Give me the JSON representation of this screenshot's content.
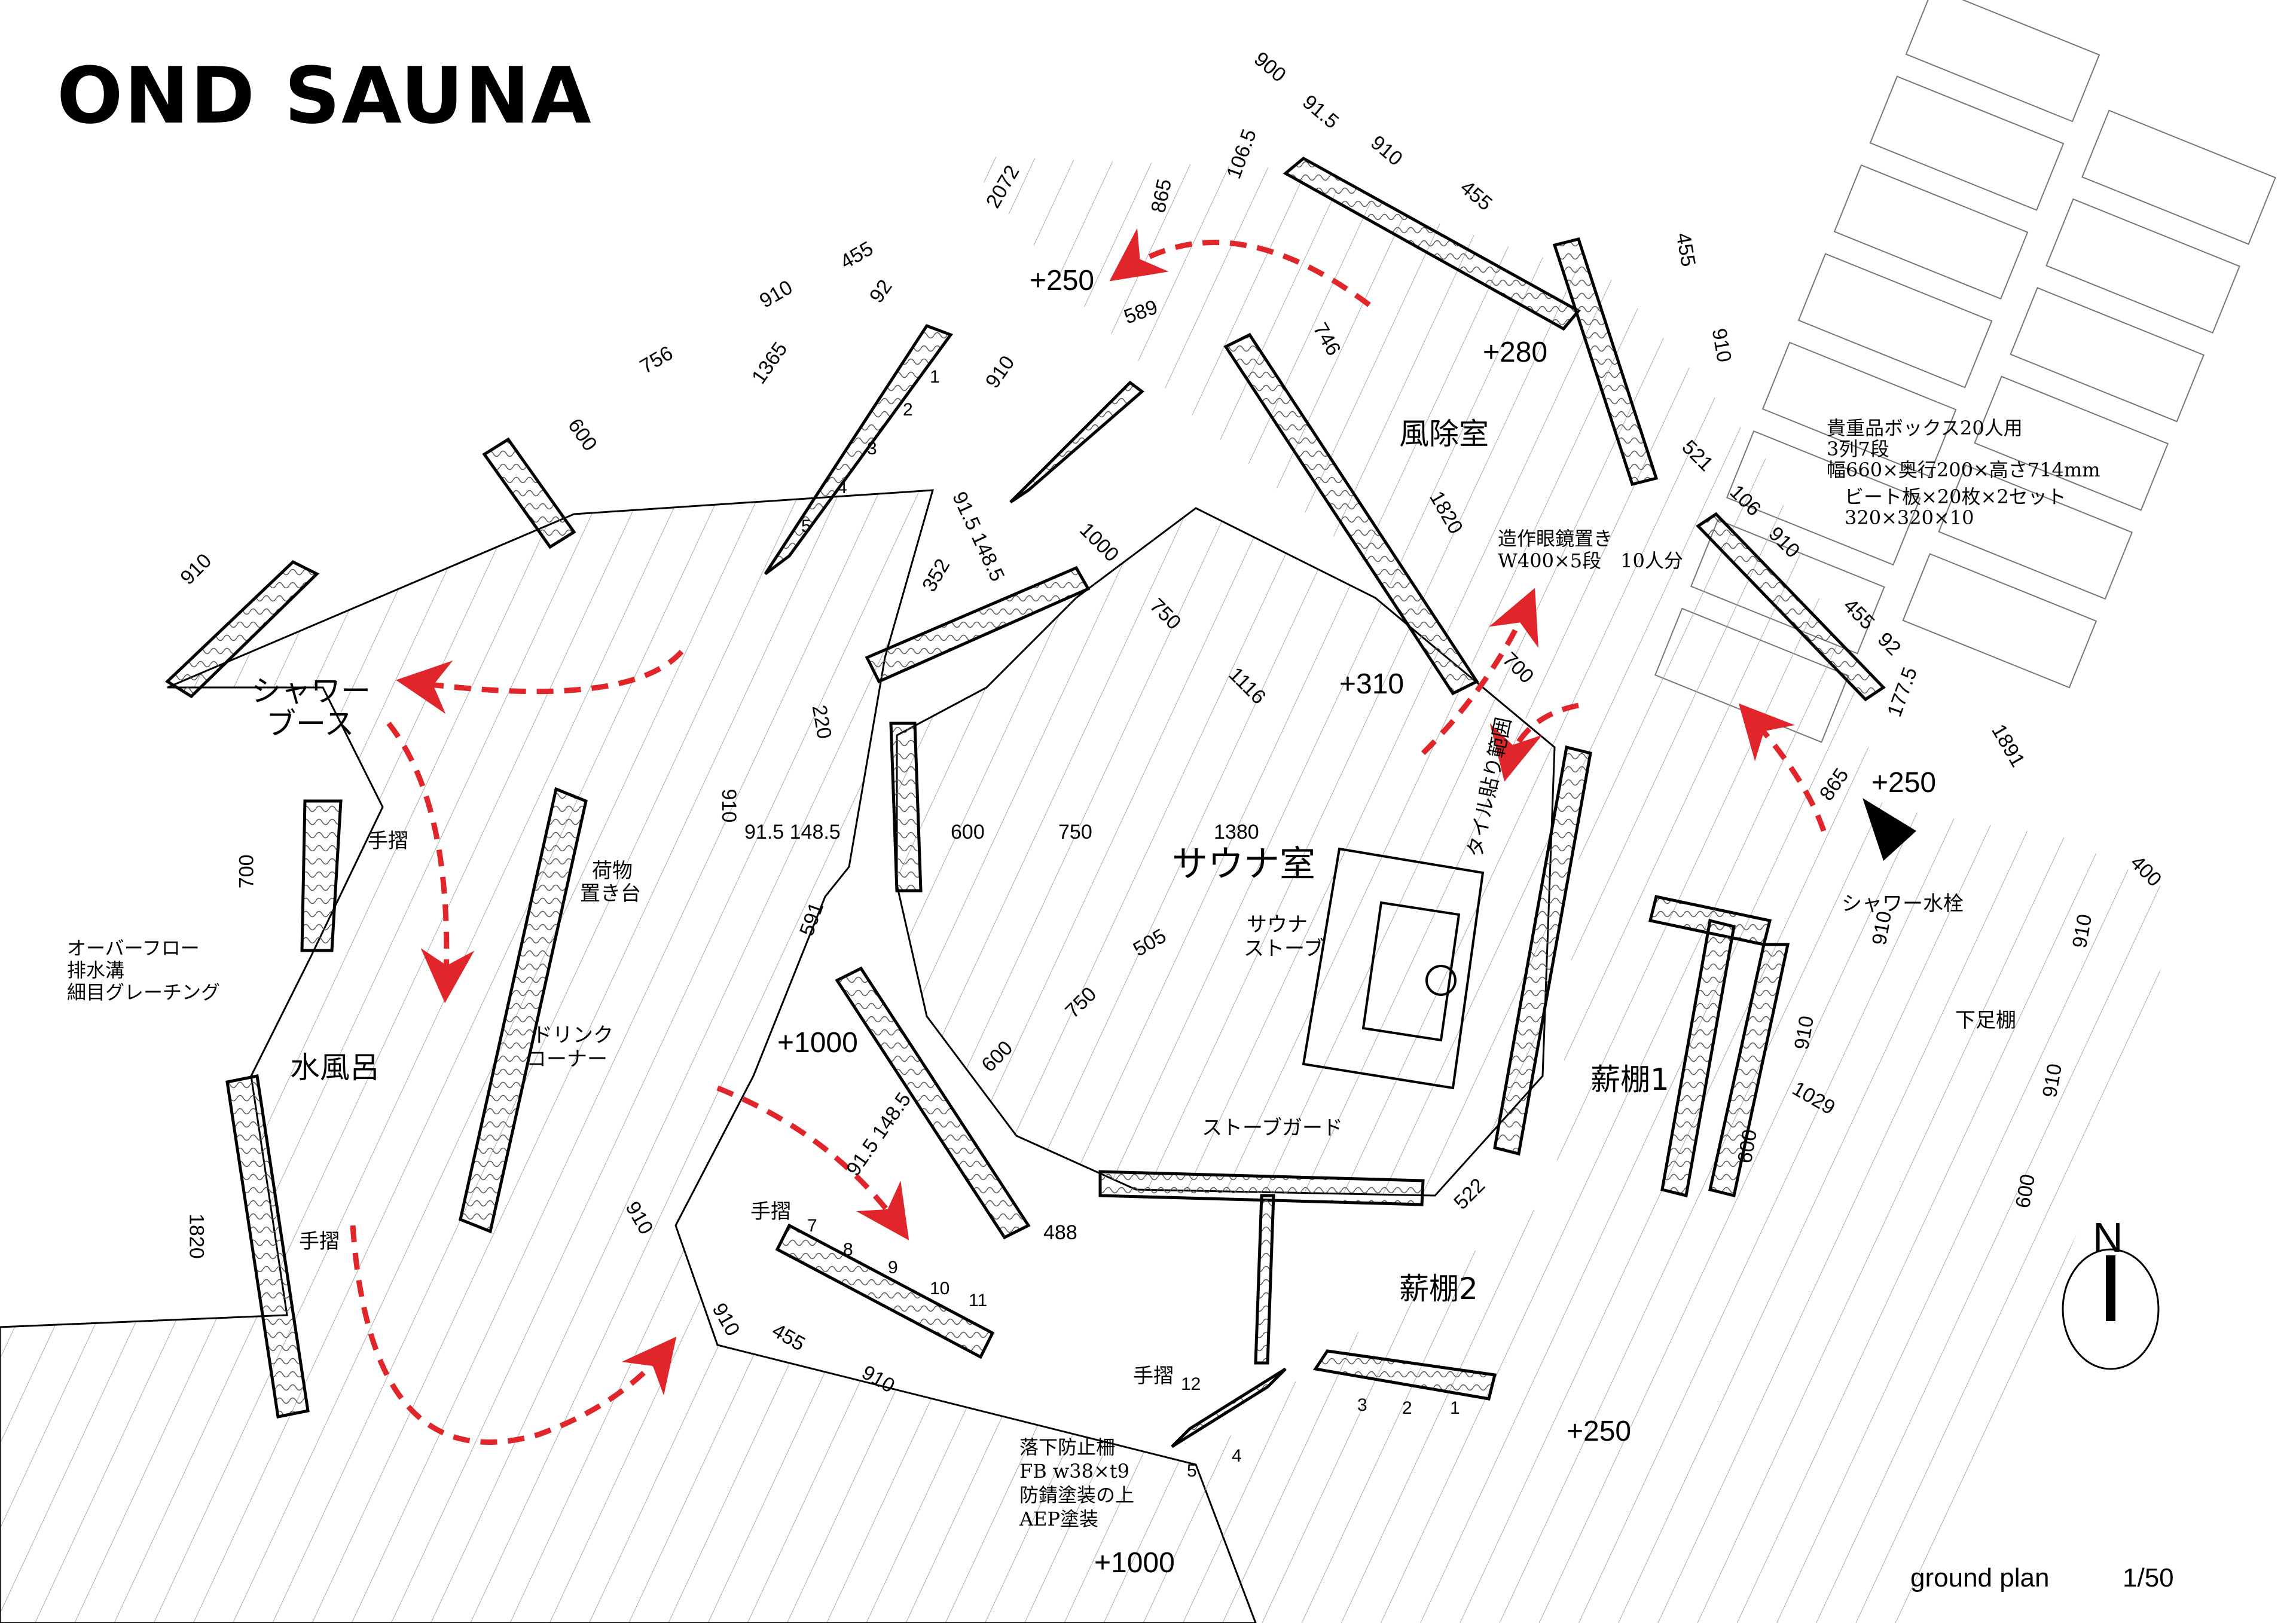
{
  "brand": {
    "logo_text": "OND SAUNA"
  },
  "drawing": {
    "title": "ground plan",
    "scale": "1/50"
  },
  "rooms": {
    "sauna_room": "サウナ室",
    "windbreak_room": "風除室",
    "shower_booth_line1": "シャワー",
    "shower_booth_line2": "ブース",
    "cold_bath": "水風呂",
    "firewood_shelf_1": "薪棚1",
    "firewood_shelf_2": "薪棚2",
    "shoe_shelf": "下足棚",
    "luggage_stand_line1": "荷物",
    "luggage_stand_line2": "置き台",
    "drink_corner_line1": "ドリンク",
    "drink_corner_line2": "コーナー",
    "sauna_stove_line1": "サウナ",
    "sauna_stove_line2": "ストーブ",
    "stove_guard": "ストーブガード",
    "tile_area": "タイル貼り範囲",
    "shower_faucet": "シャワー水栓",
    "handrail": "手摺"
  },
  "levels": {
    "top_left": "+250",
    "windbreak": "+280",
    "sauna": "+310",
    "right": "+250",
    "left": "+1000",
    "bottom": "+1000",
    "bottom_right": "+250"
  },
  "notes": {
    "valuables_box": [
      "貴重品ボックス20人用",
      "3列7段",
      "幅660×奥行200×高さ714mm"
    ],
    "kickboards": [
      "ビート板×20枚×2セット",
      "320×320×10"
    ],
    "glasses_shelf": [
      "造作眼鏡置き",
      "W400×5段　10人分"
    ],
    "overflow_drain": [
      "オーバーフロー",
      "排水溝",
      "細目グレーチング"
    ],
    "fall_guard": [
      "落下防止柵",
      "FB w38×t9",
      "防錆塗装の上",
      "AEP塗装"
    ]
  },
  "dimensions": {
    "d900": "900",
    "d91_5a": "91.5",
    "d910a": "910",
    "d106_5": "106.5",
    "d2072": "2072",
    "d455a": "455",
    "d455b": "455",
    "d910b": "910",
    "d92a": "92",
    "d756": "756",
    "d1365": "1365",
    "d600a": "600",
    "d910c": "910",
    "d865a": "865",
    "d589": "589",
    "d746": "746",
    "d455c": "455",
    "d910d": "910",
    "d521": "521",
    "d106": "106",
    "d910e": "910",
    "d455d": "455",
    "d92b": "92",
    "d177_5": "177.5",
    "d1891": "1891",
    "d865b": "865",
    "d400": "400",
    "d1820a": "1820",
    "d1000": "1000",
    "d750a": "750",
    "d1116": "1116",
    "d700a": "700",
    "d910f": "910",
    "d352": "352",
    "d91_5_148_5a": "91.5 148.5",
    "d220": "220",
    "d910g": "910",
    "d91_5_148_5b": "91.5 148.5",
    "d600b": "600",
    "d750b": "750",
    "d1380": "1380",
    "d591": "591",
    "d505": "505",
    "d750c": "750",
    "d600c": "600",
    "d91_5_148_5c": "91.5 148.5",
    "d488": "488",
    "d522": "522",
    "d700b": "700",
    "d1820b": "1820",
    "d910h": "910",
    "d910i": "910",
    "d455e": "455",
    "d910j": "910",
    "d910k": "910",
    "d910l": "910",
    "d1029": "1029",
    "d600d": "600",
    "d910m": "910",
    "d910n": "910",
    "d600e": "600"
  },
  "step_numbers": {
    "upper": [
      "1",
      "2",
      "3",
      "4",
      "5"
    ],
    "lower": [
      "7",
      "8",
      "9",
      "10",
      "11"
    ],
    "handrail_step": "12",
    "right_steps": [
      "3",
      "2",
      "1"
    ],
    "bottom_steps": [
      "5",
      "4"
    ]
  },
  "compass": {
    "label": "N"
  },
  "colors": {
    "flow_arrow": "#e0262a",
    "line": "#000000",
    "hatch": "#9a9a9a",
    "wall_fill": "#eeeeee"
  }
}
